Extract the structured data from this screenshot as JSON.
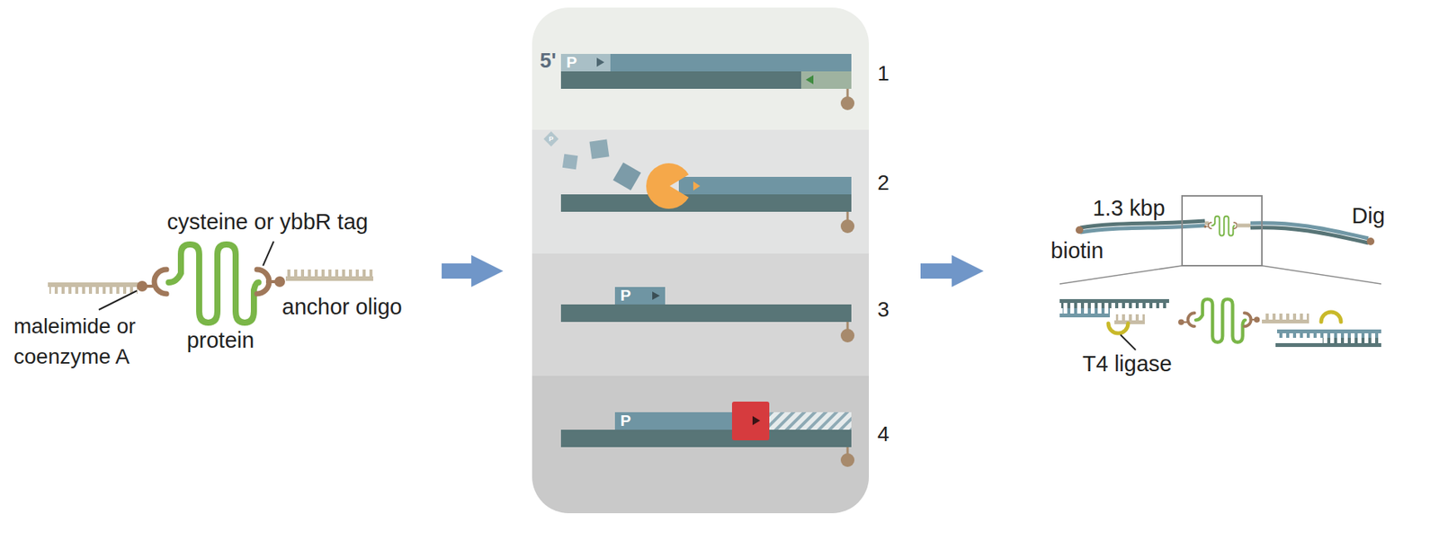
{
  "diagram": {
    "labels": [
      "cysteine or ybbR tag",
      "maleimide or coenzyme A",
      "protein",
      "anchor oligo",
      "5'",
      "P",
      "1",
      "P",
      "2",
      "P",
      "3",
      "P",
      "4",
      "1.3 kbp",
      "biotin",
      "Dig",
      "T4 ligase"
    ]
  }
}
